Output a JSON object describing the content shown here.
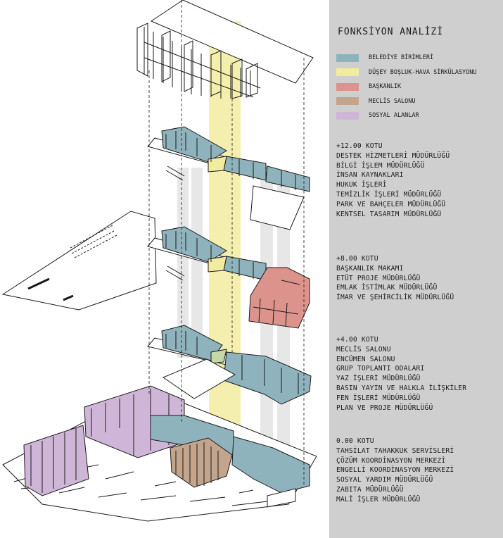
{
  "sidebar": {
    "title": "FONKSİYON ANALİZİ",
    "legend": [
      {
        "label": "BELEDİYE BİRİMLERİ",
        "color": "#8fb3bd"
      },
      {
        "label": "DÜŞEY BOŞLUK-HAVA SİRKÜLASYONU",
        "color": "#f2eca0"
      },
      {
        "label": "BAŞKANLIK",
        "color": "#dc938b"
      },
      {
        "label": "MECLİS SALONU",
        "color": "#c3a58e"
      },
      {
        "label": "SOSYAL ALANLAR",
        "color": "#cfb6d8"
      }
    ],
    "levels": [
      {
        "title": "+12.00 KOTU",
        "items": [
          "DESTEK HİZMETLERİ MÜDÜRLÜĞÜ",
          "BİLGİ İŞLEM MÜDÜRLÜĞÜ",
          "İNSAN KAYNAKLARI",
          "HUKUK İŞLERİ",
          "TEMİZLİK İŞLERİ MÜDÜRLÜĞÜ",
          "PARK VE BAHÇELER MÜDÜRLÜĞÜ",
          "KENTSEL TASARIM MÜDÜRLÜĞÜ"
        ]
      },
      {
        "title": "+8.00 KOTU",
        "items": [
          "BAŞKANLIK MAKAMI",
          "ETÜT PROJE MÜDÜRLÜĞÜ",
          "EMLAK İSTİMLAK MÜDÜRLÜĞÜ",
          "İMAR VE ŞEHİRCİLİK MÜDÜRLÜĞÜ"
        ]
      },
      {
        "title": "+4.00 KOTU",
        "items": [
          "MECLİS SALONU",
          "ENCÜMEN SALONU",
          "GRUP TOPLANTI ODALARI",
          "YAZ İŞLERİ MÜDÜRLÜĞÜ",
          "BASIN YAYIN VE HALKLA İLİŞKİLER",
          "FEN İŞLERİ MÜDÜRLÜĞÜ",
          "PLAN VE PROJE MÜDÜRLÜĞÜ"
        ]
      },
      {
        "title": "0.00 KOTU",
        "items": [
          "TAHSİLAT TAHAKKUK SERVİSLERİ",
          "ÇÖZÜM KOORDİNASYON MERKEZİ",
          "ENGELLİ KOORDİNASYON MERKEZİ",
          "SOSYAL YARDIM MÜDÜRLÜĞÜ",
          "ZABITA MÜDÜRLÜĞÜ",
          "MALİ İŞLER MÜDÜRLÜĞÜ"
        ]
      }
    ]
  },
  "colors": {
    "sidebar_bg": "#cfcfcf",
    "line": "#1a1a1a",
    "void_strip": "#e7e7e7"
  }
}
